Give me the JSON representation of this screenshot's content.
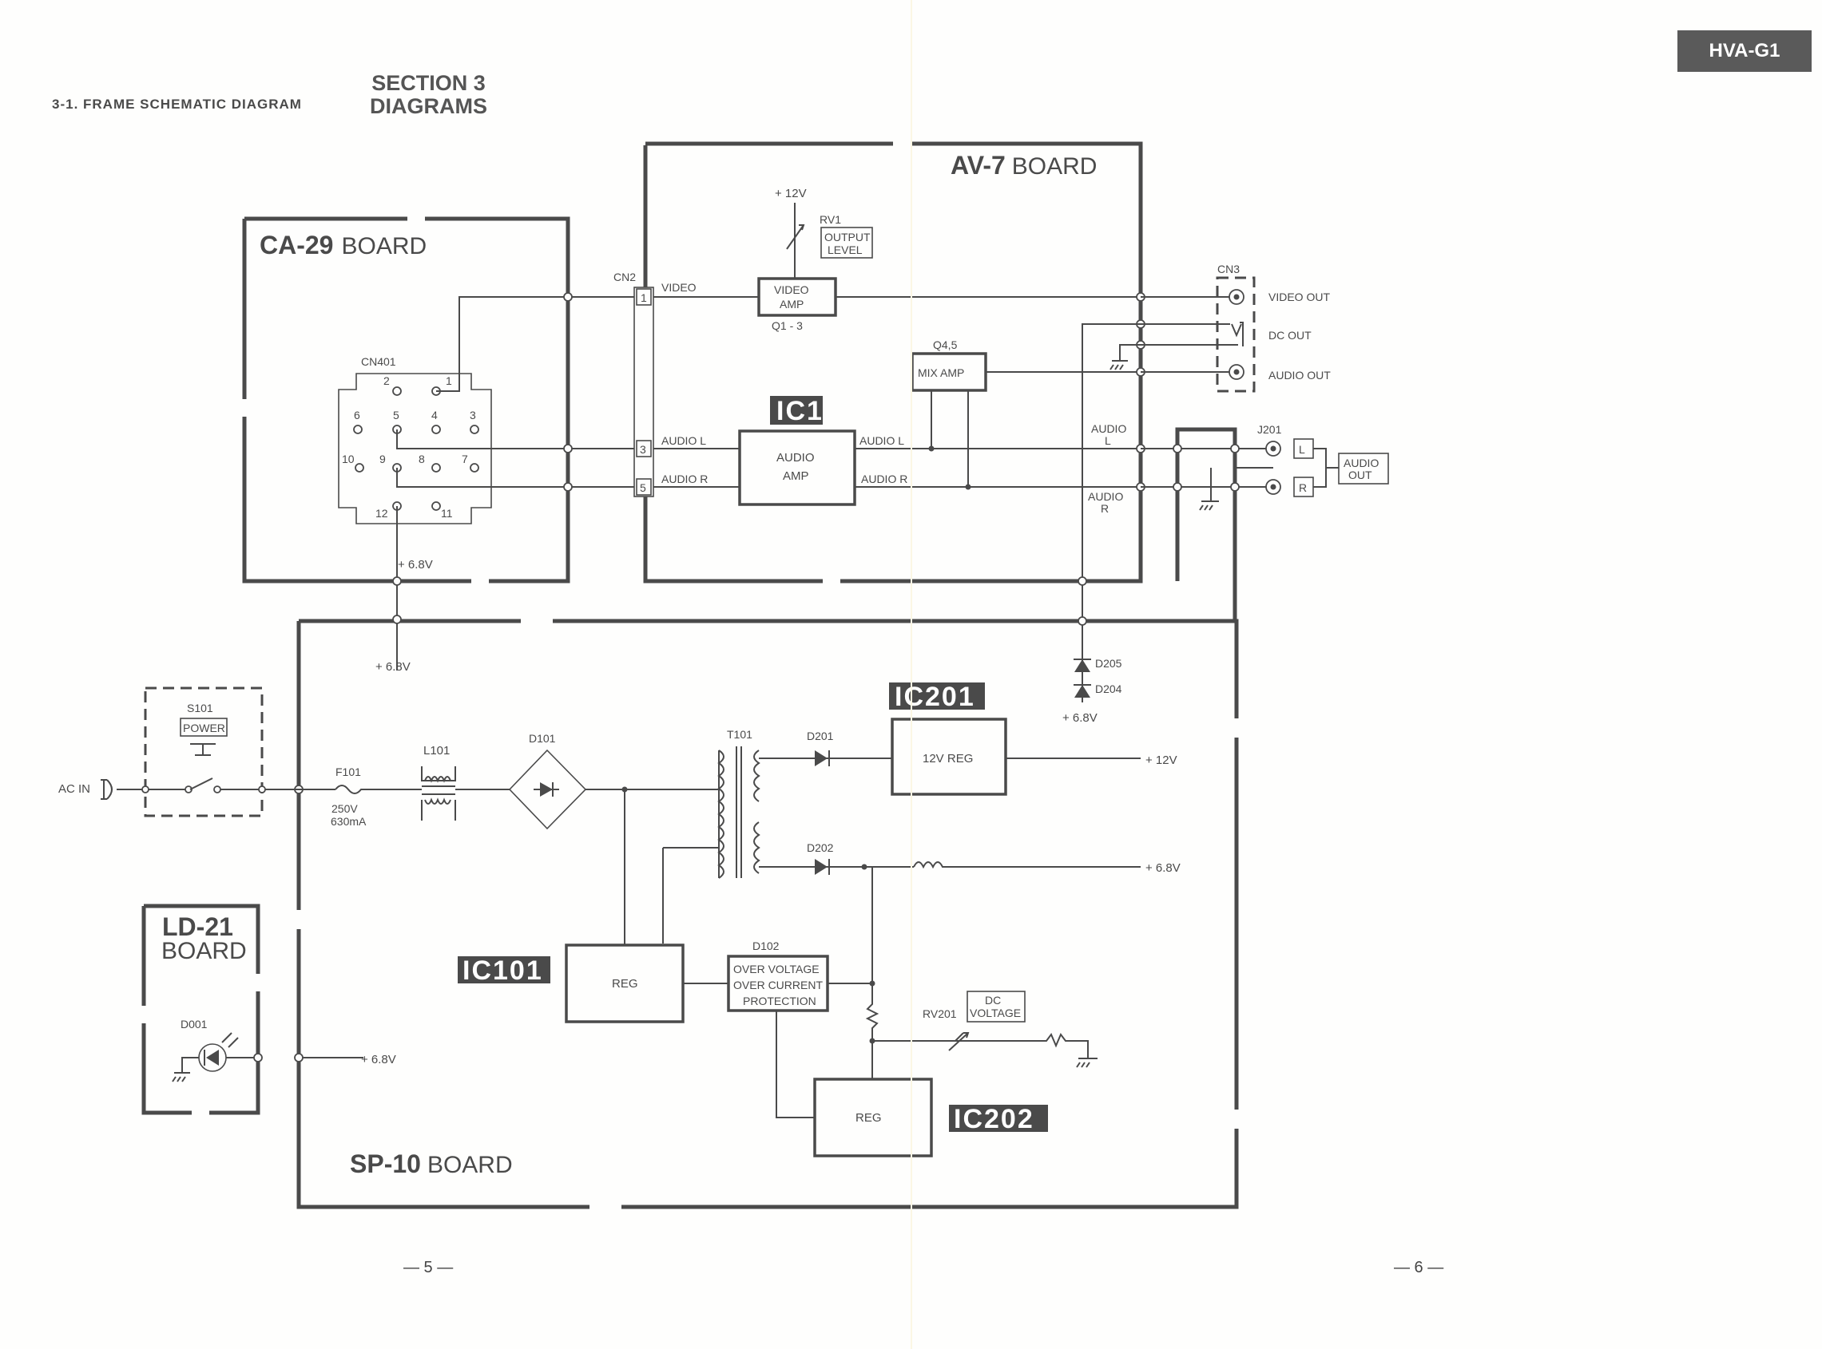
{
  "header": {
    "title": "3-1.  FRAME SCHEMATIC DIAGRAM",
    "section_line1": "SECTION 3",
    "section_line2": "DIAGRAMS",
    "model": "HVA-G1"
  },
  "pages": {
    "left": "— 5 —",
    "right": "— 6 —"
  },
  "boards": {
    "ca29": {
      "name": "CA-29",
      "suffix": "BOARD"
    },
    "av7": {
      "name": "AV-7",
      "suffix": "BOARD"
    },
    "sp10": {
      "name": "SP-10",
      "suffix": "BOARD"
    },
    "ld21": {
      "name": "LD-21",
      "suffix": "BOARD"
    }
  },
  "ic_tags": {
    "ic1": "IC1",
    "ic101": "IC101",
    "ic201": "IC201",
    "ic202": "IC202"
  },
  "blocks": {
    "video_amp_l1": "VIDEO",
    "video_amp_l2": "AMP",
    "video_amp_ref": "Q1 - 3",
    "mix_amp": "MIX AMP",
    "mix_amp_ref": "Q4,5",
    "audio_amp_l1": "AUDIO",
    "audio_amp_l2": "AMP",
    "reg_12v": "12V REG",
    "reg_ic101": "REG",
    "reg_ic202": "REG",
    "protection_l1": "OVER VOLTAGE",
    "protection_l2": "OVER CURRENT",
    "protection_l3": "PROTECTION",
    "protection_ref": "D102"
  },
  "labels": {
    "v12_top": "+ 12V",
    "rv1": "RV1",
    "output_level_l1": "OUTPUT",
    "output_level_l2": "LEVEL",
    "cn2": "CN2",
    "cn2_pin1": "1",
    "cn2_pin3": "3",
    "cn2_pin5": "5",
    "sig_video": "VIDEO",
    "sig_audio_l_in": "AUDIO  L",
    "sig_audio_r_in": "AUDIO  R",
    "sig_audio_l_out": "AUDIO L",
    "sig_audio_r_out": "AUDIO R",
    "edge_audio_l1": "AUDIO",
    "edge_audio_l2": "L",
    "edge_audio_r1": "AUDIO",
    "edge_audio_r2": "R",
    "cn3": "CN3",
    "video_out": "VIDEO OUT",
    "dc_out": "DC OUT",
    "audio_out": "AUDIO OUT",
    "j201": "J201",
    "jack_l": "L",
    "jack_r": "R",
    "audio_out_box_l1": "AUDIO",
    "audio_out_box_l2": "OUT",
    "cn401": "CN401",
    "pin1": "1",
    "pin2": "2",
    "pin3": "3",
    "pin4": "4",
    "pin5": "5",
    "pin6": "6",
    "pin7": "7",
    "pin8": "8",
    "pin9": "9",
    "pin10": "10",
    "pin11": "11",
    "pin12": "12",
    "v68_ca29": "+ 6.8V",
    "v68_sp10": "+ 6.8V",
    "v68_d205": "+ 6.8V",
    "v68_out": "+ 6.8V",
    "v68_ld21": "+ 6.8V",
    "v12_out": "+ 12V",
    "d205": "D205",
    "d204": "D204",
    "s101": "S101",
    "power": "POWER",
    "ac_in": "AC IN",
    "f101": "F101",
    "f101_rating1": "250V",
    "f101_rating2": "630mA",
    "l101": "L101",
    "d101": "D101",
    "t101": "T101",
    "d201": "D201",
    "d202": "D202",
    "rv201": "RV201",
    "dc_voltage_l1": "DC",
    "dc_voltage_l2": "VOLTAGE",
    "d001": "D001"
  }
}
